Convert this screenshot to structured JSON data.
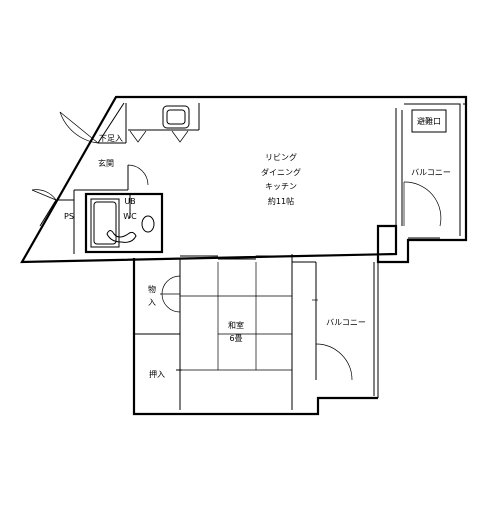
{
  "rooms": {
    "shoe_closet": "下足入",
    "entrance": "玄関",
    "pipe_space": "PS",
    "bath": "UB",
    "toilet": "WC",
    "ldk": [
      "リビング",
      "ダイニング",
      "キッチン",
      "約11帖"
    ],
    "evacuation_hatch": "避難口",
    "balcony_upper": "バルコニー",
    "storage": [
      "物",
      "入"
    ],
    "closet": "押入",
    "washitsu": [
      "和室",
      "6畳"
    ],
    "balcony_lower": "バルコニー"
  }
}
